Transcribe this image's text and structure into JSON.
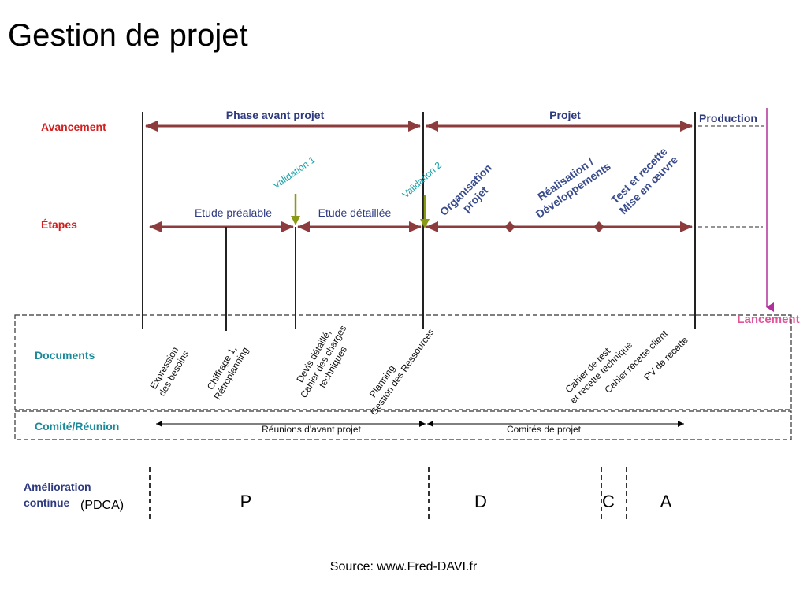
{
  "title": "Gestion de projet",
  "rows": {
    "avancement": "Avancement",
    "etapes": "Étapes",
    "documents": "Documents",
    "comite": "Comité/Réunion",
    "amelioration_l1": "Amélioration",
    "amelioration_l2": "continue",
    "pdca": "(PDCA)"
  },
  "phases": {
    "avant": "Phase avant projet",
    "projet": "Projet",
    "production": "Production"
  },
  "validations": [
    "Validation 1",
    "Validation 2"
  ],
  "steps": {
    "etude_prealable": "Etude préalable",
    "etude_detaillee": "Etude détaillée",
    "organisation_l1": "Organisation",
    "organisation_l2": "projet",
    "realisation_l1": "Réalisation /",
    "realisation_l2": "Développements",
    "test_l1": "Test et recette",
    "test_l2": "Mise en œuvre"
  },
  "lancement": "Lancement",
  "documents": {
    "d1_l1": "Expression",
    "d1_l2": "des besoins",
    "d2_l1": "Chiffrage 1,",
    "d2_l2": "Rétroplanning",
    "d3_l1": "Devis détaillé,",
    "d3_l2": "Cahier des charges",
    "d3_l3": "techniques",
    "d4_l1": "Planning",
    "d4_l2": "Gestion des Ressources",
    "d5_l1": "Cahier de test",
    "d5_l2": "et recette technique",
    "d6": "Cahier recette client",
    "d7": "PV de recette"
  },
  "meetings": {
    "avant": "Réunions d'avant projet",
    "projet": "Comités de projet"
  },
  "pdca_letters": [
    "P",
    "D",
    "C",
    "A"
  ],
  "source": "Source: www.Fred-DAVI.fr",
  "colors": {
    "arrow": "#8c3c3c",
    "red_label": "#d22020",
    "teal_label": "#1a8a9a",
    "navy": "#2e3a80",
    "validation": "#14a0a8",
    "val_marker": "#8a9a14",
    "launch": "#b0309a"
  }
}
